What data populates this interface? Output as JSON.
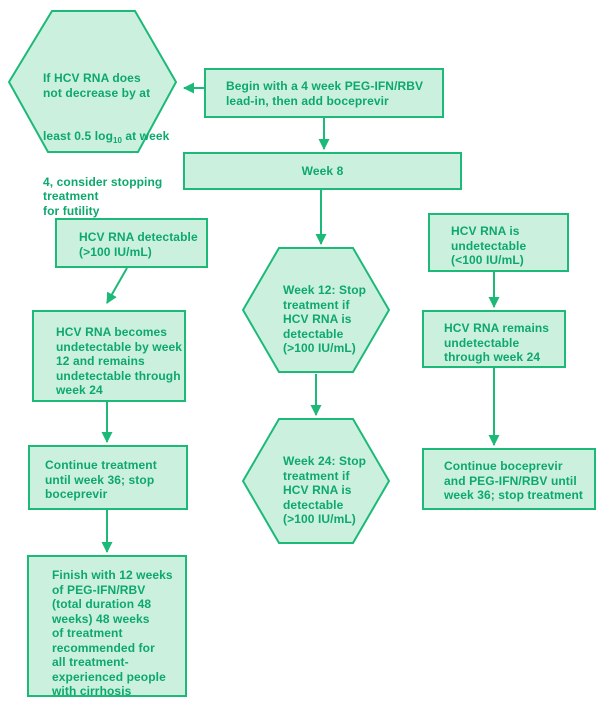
{
  "palette": {
    "stroke_green": "#1cb978",
    "fill_mint": "#cbf0de",
    "text_green": "#0da86c",
    "background": "#ffffff"
  },
  "nodes": {
    "futility_hex": {
      "lines_top": [
        "If HCV RNA does",
        "not decrease by at"
      ],
      "log_line": {
        "pre": "least 0.5 log",
        "sub": "10",
        "post": " at week"
      },
      "lines_bottom": [
        "4, consider stopping",
        "treatment",
        "for futility"
      ]
    },
    "begin_box": {
      "lines": [
        "Begin with a 4 week PEG-IFN/RBV",
        "lead-in, then add boceprevir"
      ]
    },
    "week8_box": {
      "label": "Week 8"
    },
    "detectable_box": {
      "lines": [
        "HCV RNA detectable",
        "(>100 IU/mL)"
      ]
    },
    "becomes_undetectable_box": {
      "lines": [
        "HCV RNA becomes",
        "undetectable by week",
        "12 and remains",
        "undetectable through",
        "week 24"
      ]
    },
    "continue_treatment_box": {
      "lines": [
        "Continue treatment",
        "until week 36; stop",
        "boceprevir"
      ]
    },
    "finish_box": {
      "lines": [
        "Finish with 12 weeks",
        "of PEG-IFN/RBV",
        "(total duration 48",
        "weeks) 48 weeks",
        "of treatment",
        "recommended for",
        "all treatment-",
        "experienced people",
        "with cirrhosis"
      ]
    },
    "week12_hex": {
      "lines": [
        "Week 12: Stop",
        "treatment if",
        "HCV RNA is",
        "detectable",
        "(>100 IU/mL)"
      ]
    },
    "week24_hex": {
      "lines": [
        "Week 24: Stop",
        "treatment if",
        "HCV RNA is",
        "detectable",
        "(>100 IU/mL)"
      ]
    },
    "undetectable_box": {
      "lines": [
        "HCV RNA is",
        "undetectable",
        "(<100 IU/mL)"
      ]
    },
    "remains_undetectable_box": {
      "lines": [
        "HCV RNA remains",
        "undetectable",
        "through week 24"
      ]
    },
    "continue_boceprevir_box": {
      "lines": [
        "Continue boceprevir",
        "and PEG-IFN/RBV until",
        "week 36; stop treatment"
      ]
    }
  }
}
